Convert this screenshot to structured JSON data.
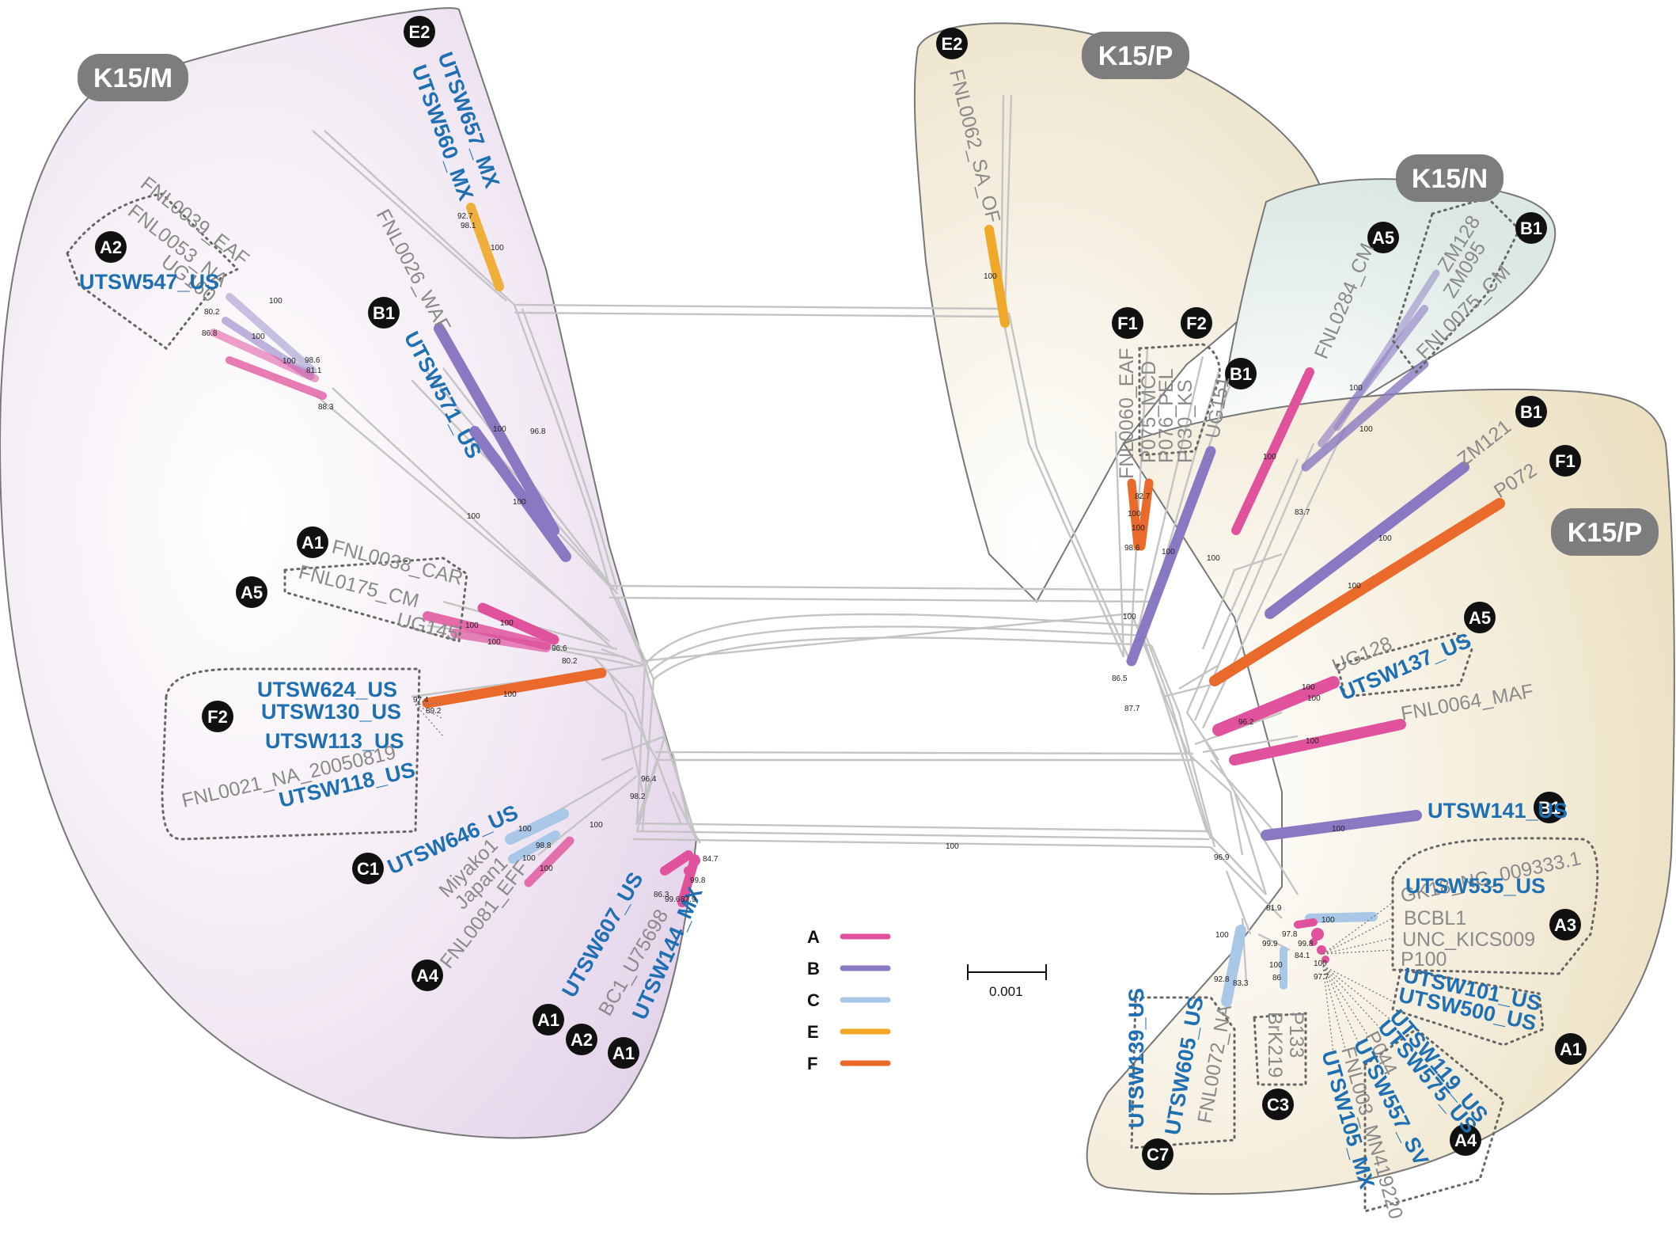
{
  "groups": {
    "k15m": "K15/M",
    "k15p_top": "K15/P",
    "k15n": "K15/N",
    "k15p_right": "K15/P"
  },
  "clades": {
    "e2_left": "E2",
    "a2_left": "A2",
    "b1_left": "B1",
    "a1_left": "A1",
    "a5_left": "A5",
    "f2_left": "F2",
    "c1": "C1",
    "a4_left": "A4",
    "a1_bot1": "A1",
    "a2_bot": "A2",
    "a1_bot2": "A1",
    "e2_top": "E2",
    "f1_mid": "F1",
    "f2_mid": "F2",
    "b1_mid": "B1",
    "a5_n": "A5",
    "b1_n": "B1",
    "b1_p": "B1",
    "f1_p": "F1",
    "a5_p": "A5",
    "b1_141": "B1",
    "a3": "A3",
    "a1_right": "A1",
    "a4_right": "A4",
    "c3": "C3",
    "c7": "C7"
  },
  "tips": {
    "utsw657": "UTSW657_MX",
    "utsw560": "UTSW560_MX",
    "fnl0039": "FNL0039_EAF",
    "fnl0053": "FNL0053_NA",
    "ug160": "UG160",
    "utsw547": "UTSW547_US",
    "fnl0026": "FNL0026_WAF",
    "utsw571": "UTSW571_US",
    "fnl0038": "FNL0038_CAR",
    "fnl0175": "FNL0175_CM",
    "ug145": "UG145",
    "utsw624": "UTSW624_US",
    "utsw130": "UTSW130_US",
    "utsw113": "UTSW113_US",
    "fnl0021": "FNL0021_NA_20050819",
    "utsw118": "UTSW118_US",
    "utsw646": "UTSW646_US",
    "miyako1": "Miyako1",
    "japan1": "Japan1",
    "fnl0081": "FNL0081_EFF",
    "utsw607": "UTSW607_US",
    "bc1": "BC1_U75698",
    "utsw144": "UTSW144_MX",
    "fnl0062": "FNL0062_SA_OF",
    "fnl0060": "FNL0060_EAF",
    "p075": "P075_MCD",
    "p076": "P076_PEL",
    "p030": "P030_KS",
    "ug151": "UG151",
    "fnl0284": "FNL0284_CM",
    "zm128": "ZM128",
    "zm095": "ZM095",
    "fnl0075": "FNL0075_CM",
    "zm121": "ZM121",
    "p072": "P072",
    "ug128": "UG128",
    "utsw137": "UTSW137_US",
    "fnl0064": "FNL0064_MAF",
    "utsw141": "UTSW141_US",
    "gk18": "GK18_NC_009333.1",
    "utsw535": "UTSW535_US",
    "bcbl1": "BCBL1",
    "unc": "UNC_KICS009",
    "p100": "P100",
    "utsw101": "UTSW101_US",
    "utsw500": "UTSW500_US",
    "utsw119": "UTSW119_US",
    "utsw575": "UTSW575_US",
    "p044": "P044",
    "utsw557": "UTSW557_SV",
    "fnl003": "FNL003_MN419220",
    "utsw105": "UTSW105_MX",
    "p133": "P133",
    "brk219": "BrK219",
    "utsw139": "UTSW139_US",
    "utsw605": "UTSW605_US",
    "fnl0072": "FNL0072_NA"
  },
  "support": {
    "s1": "92.7",
    "s2": "98.1",
    "s3": "100",
    "s4": "100",
    "s5": "80.2",
    "s6": "100",
    "s7": "86.8",
    "s8": "100",
    "s9": "98.6",
    "s10": "81.1",
    "s11": "88.3",
    "s12": "100",
    "s13": "96.8",
    "s14": "100",
    "s15": "100",
    "s16": "100",
    "s17": "100",
    "s18": "100",
    "s19": "96.6",
    "s20": "80.2",
    "s21": "97.4",
    "s22": "89.2",
    "s23": "100",
    "s24": "96.4",
    "s25": "98.2",
    "s26": "100",
    "s27": "100",
    "s28": "98.8",
    "s29": "100",
    "s30": "100",
    "s31": "84.7",
    "s32": "86.3",
    "s33": "99.6",
    "s34": "87.9",
    "s35": "99.8",
    "s36": "100",
    "s37": "100",
    "s38": "82.7",
    "s39": "100",
    "s40": "100",
    "s41": "98.6",
    "s42": "100",
    "s43": "86.5",
    "s44": "100",
    "s45": "100",
    "s46": "100",
    "s47": "100",
    "s48": "83.7",
    "s49": "100",
    "s50": "100",
    "s51": "100",
    "s52": "87.7",
    "s53": "100",
    "s54": "100",
    "s55": "96.2",
    "s56": "100",
    "s57": "100",
    "s58": "96.9",
    "s59": "81.9",
    "s60": "100",
    "s61": "97.8",
    "s62": "99.8",
    "s63": "84.1",
    "s64": "100",
    "s65": "99.9",
    "s66": "97.7",
    "s67": "100",
    "s68": "86",
    "s69": "92.8",
    "s70": "83.3",
    "s71": "100"
  },
  "legend": [
    {
      "label": "A",
      "color": "#e0529c"
    },
    {
      "label": "B",
      "color": "#8a79c2"
    },
    {
      "label": "C",
      "color": "#a9c8e8"
    },
    {
      "label": "E",
      "color": "#f0a828"
    },
    {
      "label": "F",
      "color": "#ea6a2c"
    }
  ],
  "scale_bar": "0.001",
  "colors": {
    "A": "#e0529c",
    "B": "#8a79c2",
    "C": "#a9c8e8",
    "E": "#f0a828",
    "F": "#ea6a2c",
    "highlight_text": "#1f6fb3",
    "tip_text": "#8a8a8a",
    "k15m_fill": "#ecdff0",
    "k15p_fill": "#f3ecdb",
    "k15n_fill": "#e3ede9",
    "badge": "#7d7d7d"
  }
}
